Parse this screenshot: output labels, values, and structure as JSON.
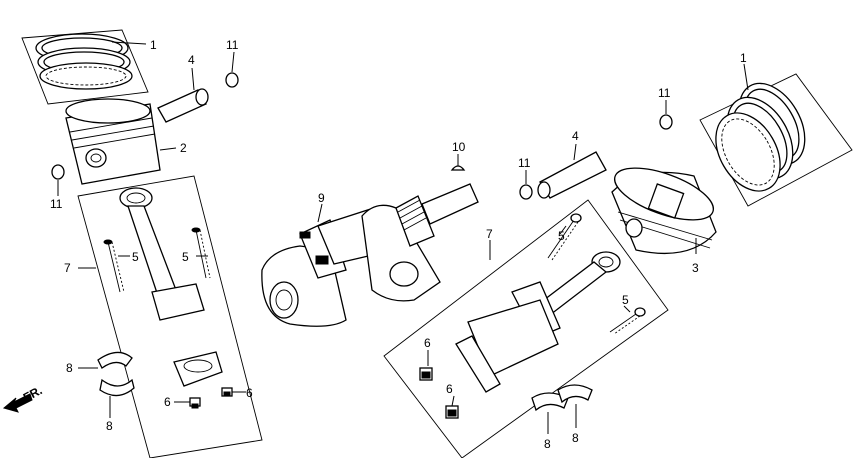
{
  "callouts": {
    "ring_left": "1",
    "ring_right": "1",
    "piston_left": "2",
    "piston_right": "3",
    "pin_left": "4",
    "pin_right": "4",
    "bolt_left_a": "5",
    "bolt_left_b": "5",
    "bolt_right_a": "5",
    "bolt_right_b": "5",
    "nut_left_a": "6",
    "nut_left_b": "6",
    "nut_right_a": "6",
    "nut_right_b": "6",
    "rod_left": "7",
    "rod_right": "7",
    "bearing_left_a": "8",
    "bearing_left_b": "8",
    "bearing_right_a": "8",
    "bearing_right_b": "8",
    "crankshaft": "9",
    "key": "10",
    "clip_left_top": "11",
    "clip_left_bottom": "11",
    "clip_mid": "11",
    "clip_right": "11"
  },
  "direction_marker": "FR."
}
